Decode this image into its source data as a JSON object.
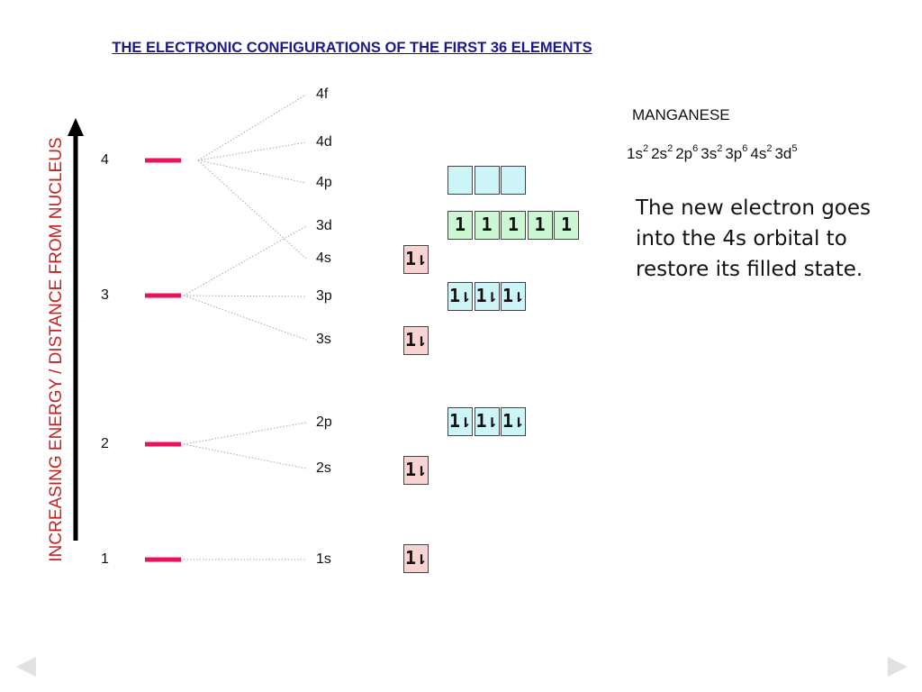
{
  "title": "THE ELECTRONIC CONFIGURATIONS OF THE FIRST 36 ELEMENTS",
  "axis_label": "INCREASING ENERGY / DISTANCE FROM NUCLEUS",
  "shells": [
    {
      "label": "4",
      "subshells": [
        "4s",
        "4p",
        "4d",
        "4f"
      ]
    },
    {
      "label": "3",
      "subshells": [
        "3s",
        "3p",
        "3d"
      ]
    },
    {
      "label": "2",
      "subshells": [
        "2s",
        "2p"
      ]
    },
    {
      "label": "1",
      "subshells": [
        "1s"
      ]
    }
  ],
  "subshell_labels": [
    "4f",
    "4d",
    "4p",
    "3d",
    "4s",
    "3p",
    "3s",
    "2p",
    "2s",
    "1s"
  ],
  "orbitals": [
    {
      "subshell": "1s",
      "boxes": [
        "1⇂"
      ]
    },
    {
      "subshell": "2s",
      "boxes": [
        "1⇂"
      ]
    },
    {
      "subshell": "2p",
      "boxes": [
        "1⇂",
        "1⇂",
        "1⇂"
      ]
    },
    {
      "subshell": "3s",
      "boxes": [
        "1⇂"
      ]
    },
    {
      "subshell": "3p",
      "boxes": [
        "1⇂",
        "1⇂",
        "1⇂"
      ]
    },
    {
      "subshell": "4s",
      "boxes": [
        "1⇂"
      ]
    },
    {
      "subshell": "3d",
      "boxes": [
        "1",
        "1",
        "1",
        "1",
        "1"
      ]
    },
    {
      "subshell": "4p",
      "boxes": [
        "",
        "",
        ""
      ]
    }
  ],
  "element": {
    "name": "MANGANESE",
    "configuration": [
      {
        "term": "1s",
        "electrons": "2"
      },
      {
        "term": "2s",
        "electrons": "2"
      },
      {
        "term": "2p",
        "electrons": "6"
      },
      {
        "term": "3s",
        "electrons": "2"
      },
      {
        "term": "3p",
        "electrons": "6"
      },
      {
        "term": "4s",
        "electrons": "2"
      },
      {
        "term": "3d",
        "electrons": "5"
      }
    ]
  },
  "note": "The new electron goes into the 4s orbital to restore its filled state.",
  "colors": {
    "title": "#1a1a8c",
    "axis_label": "#cc1f1f",
    "shell_bar": "#e8125f",
    "s_box": "#f9d2d2",
    "p_box": "#cdf5f8",
    "d_box": "#cdf7d2"
  },
  "icons": {
    "prev": "left-arrow-icon",
    "next": "right-arrow-icon"
  }
}
